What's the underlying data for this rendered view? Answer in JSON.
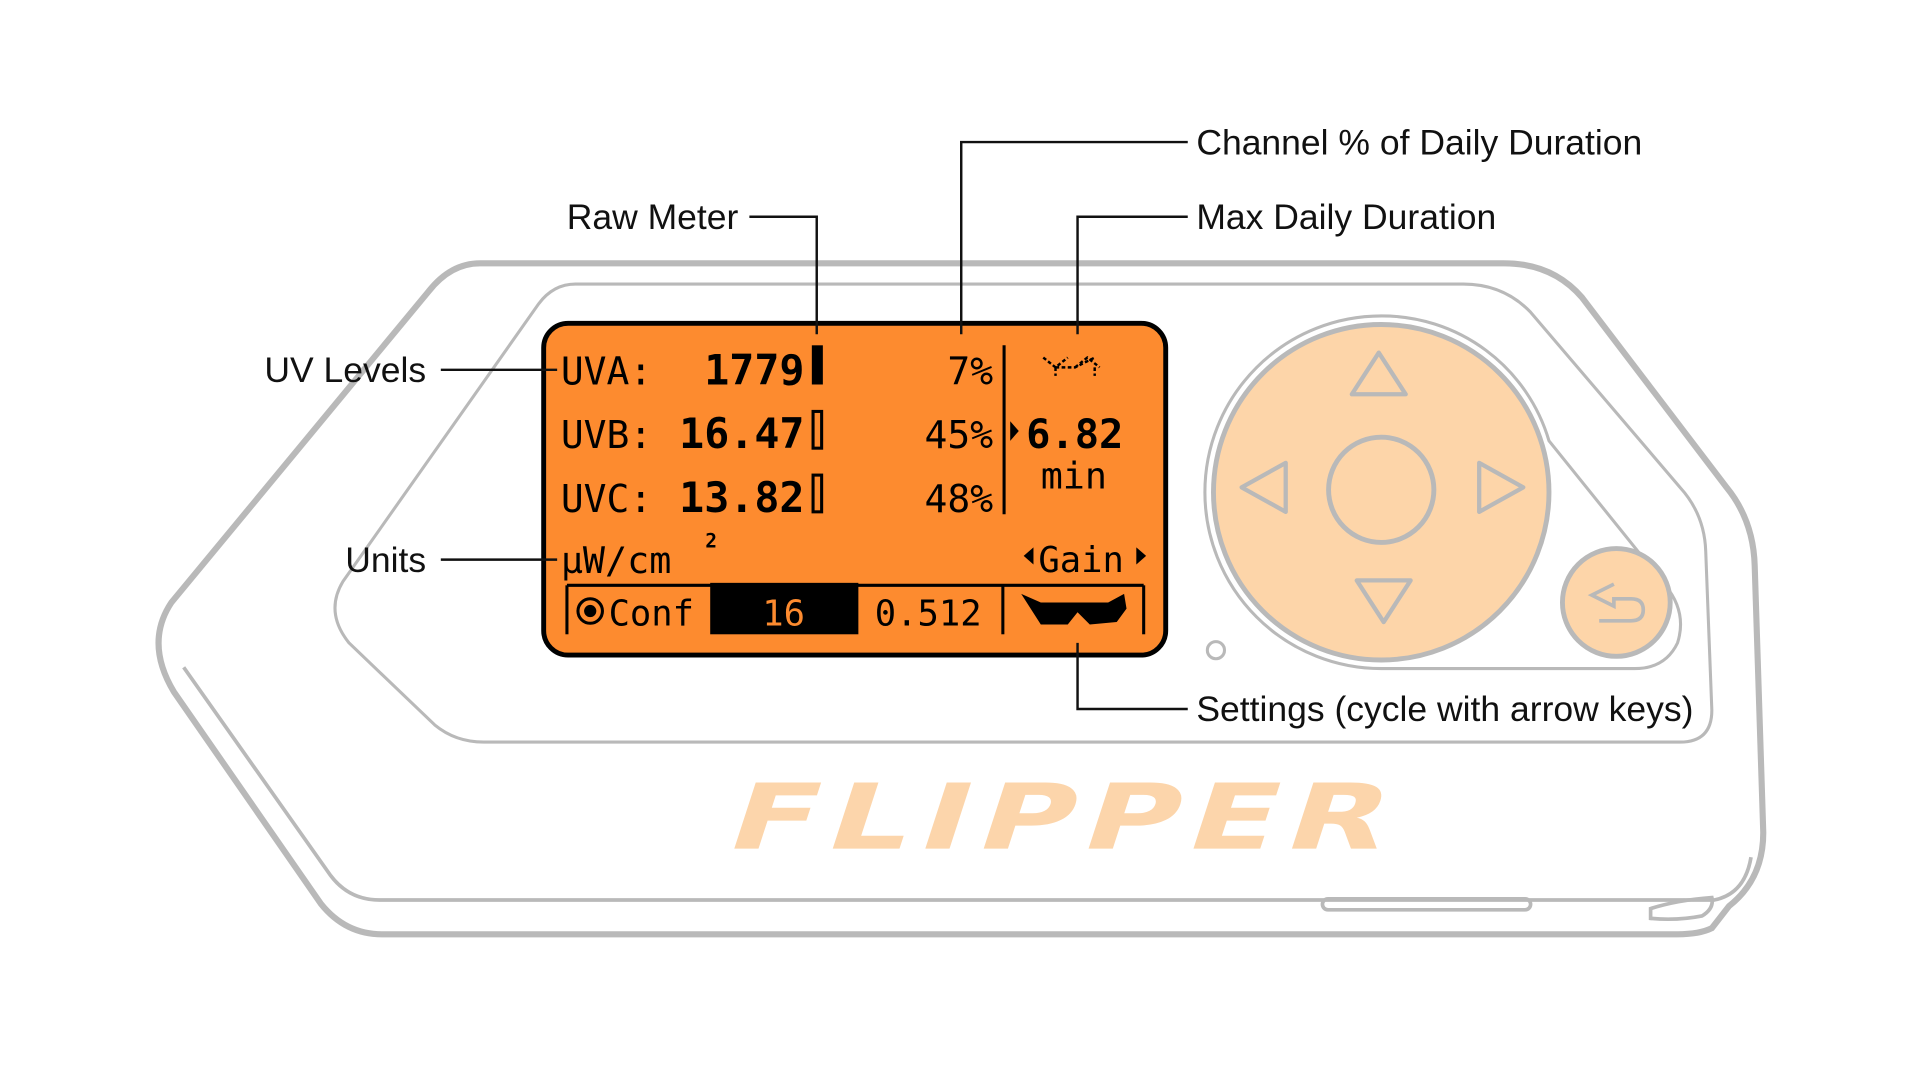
{
  "callouts": {
    "channel_pct": "Channel % of Daily Duration",
    "max_daily": "Max Daily Duration",
    "raw_meter": "Raw Meter",
    "uv_levels": "UV Levels",
    "units": "Units",
    "settings": "Settings (cycle with arrow keys)"
  },
  "screen": {
    "rows": [
      {
        "label": "UVA:",
        "value": "1779",
        "percent": "7%",
        "meter_fill": 1.0
      },
      {
        "label": "UVB:",
        "value": "16.47",
        "percent": "45%",
        "meter_fill": 0.0
      },
      {
        "label": "UVC:",
        "value": "13.82",
        "percent": "48%",
        "meter_fill": 0.0
      }
    ],
    "duration_value": "6.82",
    "duration_unit": "min",
    "units": "µW/cm",
    "units_exp": "2",
    "setting_name": "Gain",
    "tabs": {
      "conf": "Conf",
      "gain": "16",
      "time": "0.512"
    }
  },
  "logo": "FLIPPER",
  "colors": {
    "screen": "#FD8B2F",
    "button": "#FDD5A9",
    "outline": "#B9B9B9"
  }
}
